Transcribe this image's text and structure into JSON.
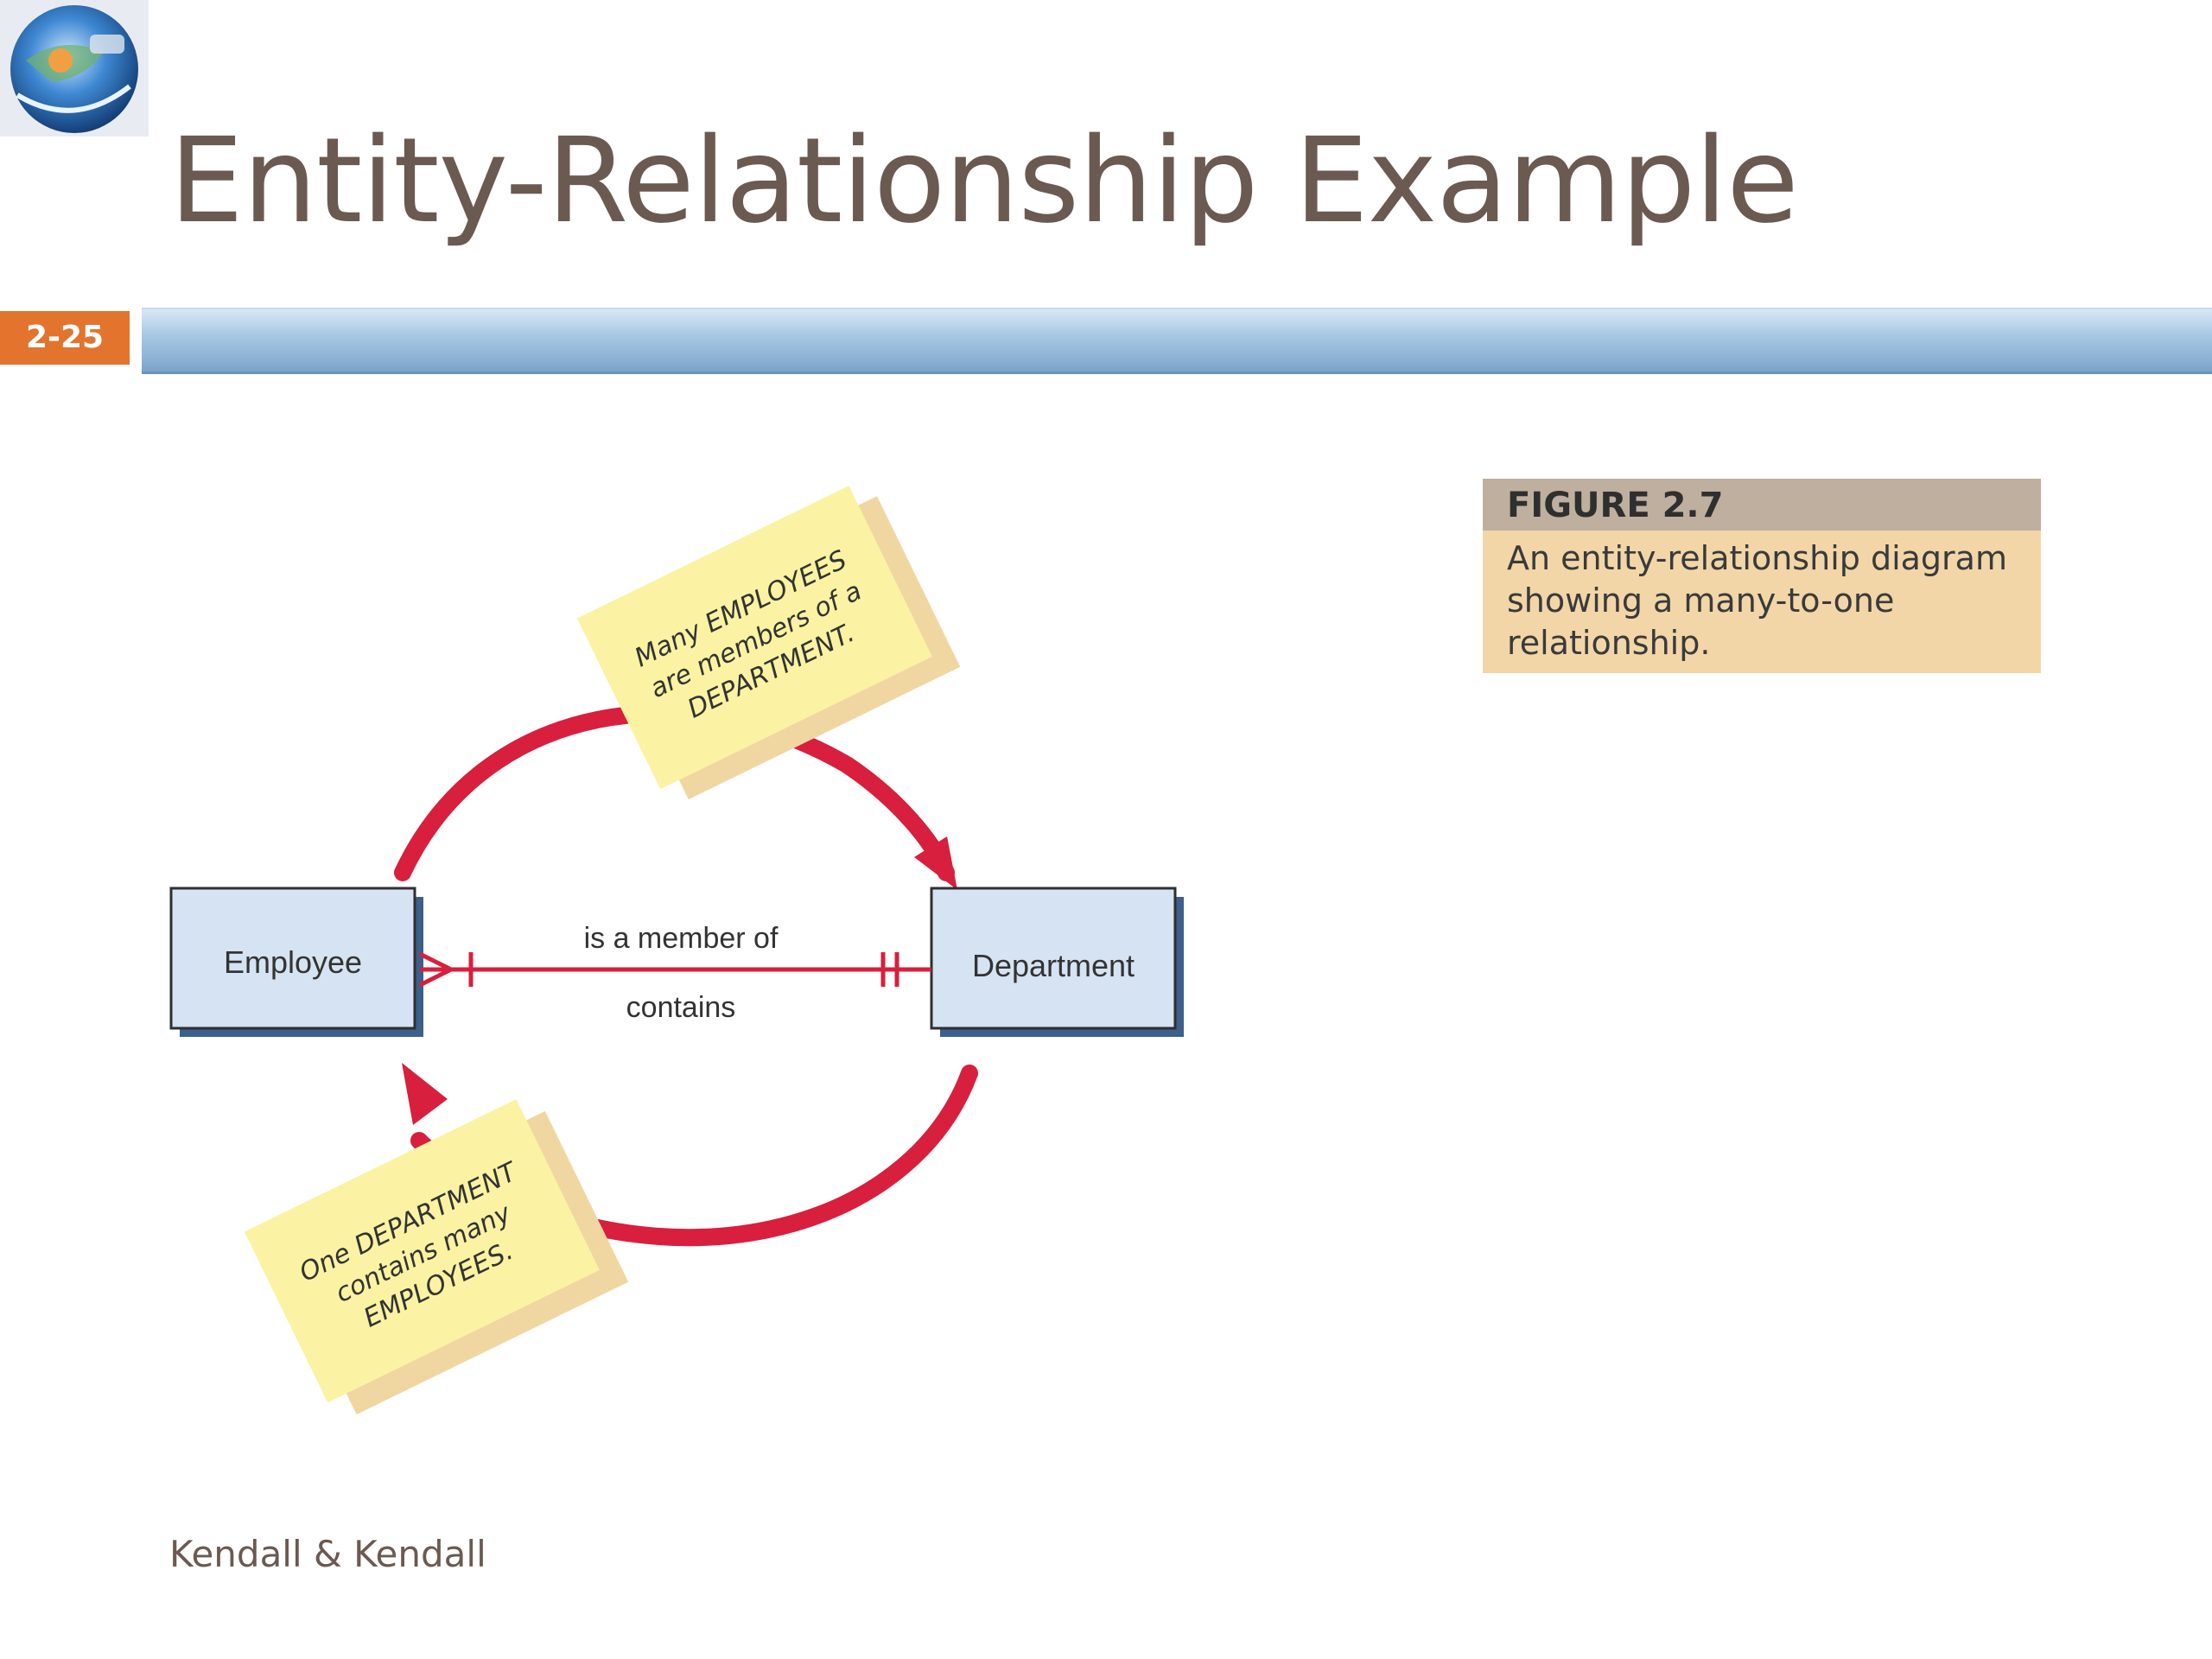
{
  "slide": {
    "title": "Entity-Relationship Example",
    "number": "2-25",
    "footer": "Kendall & Kendall"
  },
  "figure": {
    "label": "FIGURE 2.7",
    "caption": "An entity-relationship diagram showing a many-to-one relationship."
  },
  "diagram": {
    "entities": {
      "left": "Employee",
      "right": "Department"
    },
    "relationship_labels": {
      "top": "is a member of",
      "bottom": "contains"
    },
    "notes": {
      "top": [
        "Many EMPLOYEES",
        "are members of a",
        "DEPARTMENT."
      ],
      "bottom": [
        "One DEPARTMENT",
        "contains many",
        "EMPLOYEES."
      ]
    }
  },
  "colors": {
    "accent_red": "#d81f3d",
    "entity_fill": "#d6e3f3",
    "note_fill": "#fbf3a3",
    "note_shadow": "#f0d7a2",
    "title_color": "#6b5a52",
    "slide_number_bg": "#e2742e"
  }
}
